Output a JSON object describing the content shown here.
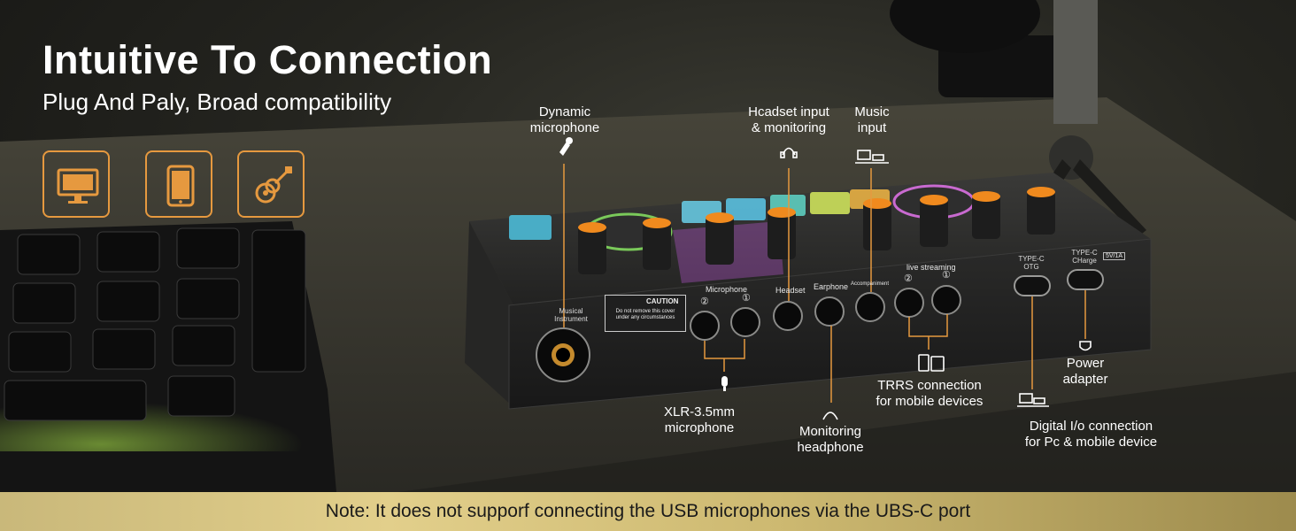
{
  "header": {
    "title": "Intuitive To Connection",
    "subtitle": "Plug And Paly, Broad compatibility"
  },
  "feature_icons": [
    "monitor-icon",
    "tablet-icon",
    "guitar-icon"
  ],
  "callouts": {
    "dynamic_mic": [
      "Dynamic",
      "microphone"
    ],
    "headset_input": [
      "Hcadset input",
      "& monitoring"
    ],
    "music_input": [
      "Music",
      "input"
    ],
    "xlr": [
      "XLR-3.5mm",
      "microphone"
    ],
    "monitoring": [
      "Monitoring",
      "headphone"
    ],
    "trrs": [
      "TRRS connection",
      "for mobile devices"
    ],
    "digital_io": [
      "Digital I/o connection",
      "for Pc & mobile device"
    ],
    "power": [
      "Power",
      "adapter"
    ]
  },
  "panel_labels": {
    "musical_instrument": [
      "Musical",
      "Instrument"
    ],
    "caution_title": "CAUTION",
    "caution_body": "Do not remove this cover under any circumstances",
    "microphone": "Microphone",
    "mic_1": "②",
    "mic_2": "①",
    "headset": "Headset",
    "earphone": "Earphone",
    "accompaniment": "Accompaniment",
    "live_streaming": "live streaming",
    "ls_1": "②",
    "ls_2": "①",
    "typec_otg": [
      "TYPE-C",
      "OTG"
    ],
    "typec_charge": [
      "TYPE-C",
      "CHarge"
    ],
    "rating": "5V/1A"
  },
  "note": "Note: It does not supporf connecting the USB microphones via the UBS-C port",
  "colors": {
    "accent": "#e6993f",
    "note_bar": "#d8c47e",
    "knob_orange": "#f08a1e"
  }
}
